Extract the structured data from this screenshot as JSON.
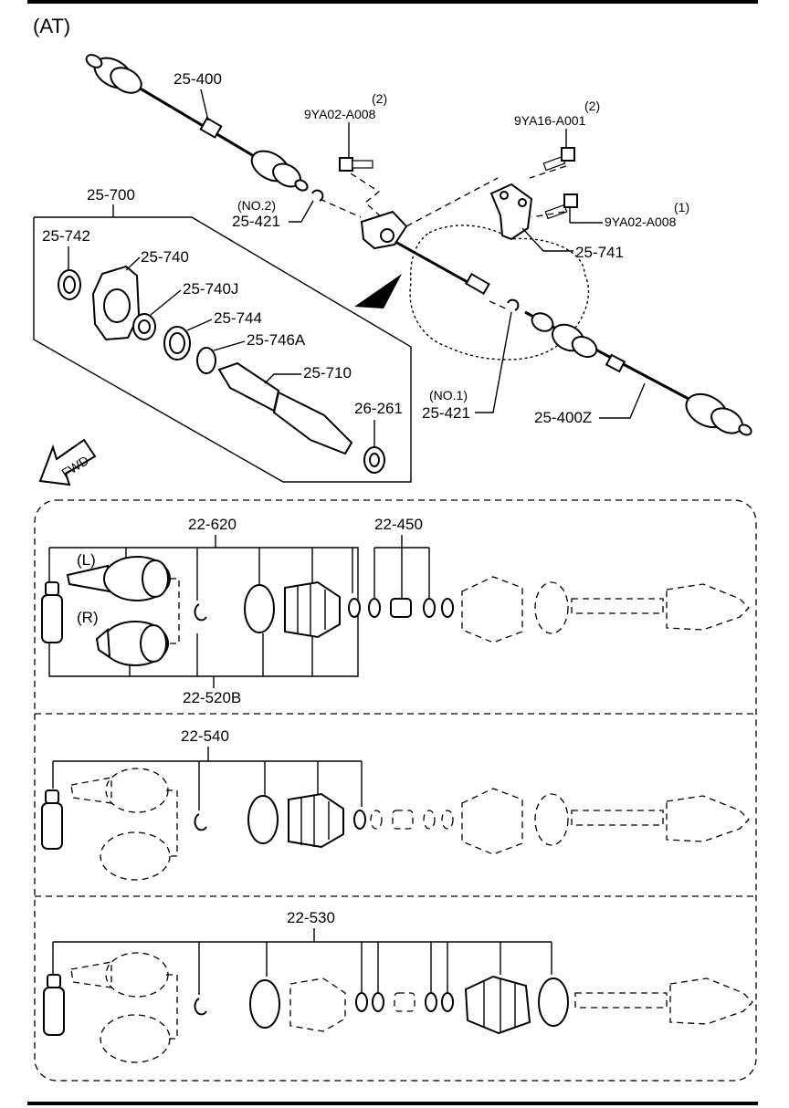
{
  "header": {
    "variant": "(AT)"
  },
  "top": {
    "shaft_left": "25-400",
    "shaft_right": "25-400Z",
    "bolt_a": "9YA02-A008",
    "bolt_a_qty": "(2)",
    "bolt_b": "9YA16-A001",
    "bolt_b_qty": "(2)",
    "bolt_c": "9YA02-A008",
    "bolt_c_qty": "(1)",
    "bracket": "25-741",
    "clip_no2_tag": "(NO.2)",
    "clip_no2": "25-421",
    "clip_no1_tag": "(NO.1)",
    "clip_no1": "25-421",
    "fwd": "FWD"
  },
  "assembly": {
    "title": "25-700",
    "p742": "25-742",
    "p740": "25-740",
    "p740j": "25-740J",
    "p744": "25-744",
    "p746a": "25-746A",
    "p710": "25-710",
    "p261": "26-261"
  },
  "kit1": {
    "top_label": "22-620",
    "bottom_label": "22-520B",
    "right_label": "22-450",
    "left_tag": "(L)",
    "right_tag": "(R)"
  },
  "kit2": {
    "label": "22-540"
  },
  "kit3": {
    "label": "22-530"
  }
}
